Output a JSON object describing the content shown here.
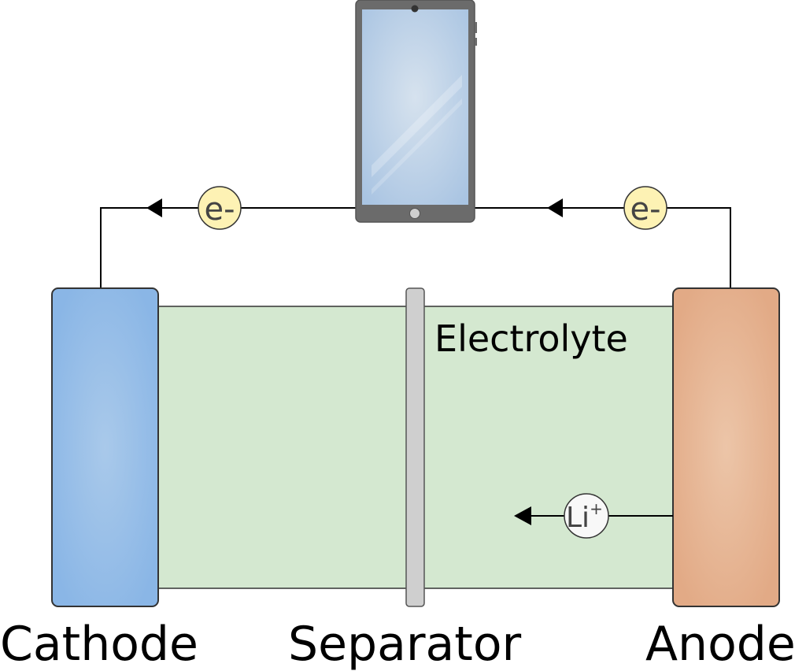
{
  "labels": {
    "cathode": "Cathode",
    "separator": "Separator",
    "anode": "Anode",
    "electrolyte": "Electrolyte"
  },
  "electron": {
    "left": "e-",
    "right": "e-"
  },
  "ion": {
    "symbol": "Li",
    "charge": "+"
  },
  "colors": {
    "cathode": "#8ab6e6",
    "anode": "#e6b08e",
    "electrolyte": "#d4e8d0",
    "separator": "#cfcfcf",
    "electron_badge": "#fdf2b4",
    "ion_badge": "#f8f8f8",
    "phone_body": "#6b6b6b",
    "phone_screen": "#b7cfe8",
    "wire": "#000000"
  },
  "icons": {
    "device": "smartphone-icon",
    "flow_arrow": "arrowhead-icon"
  }
}
